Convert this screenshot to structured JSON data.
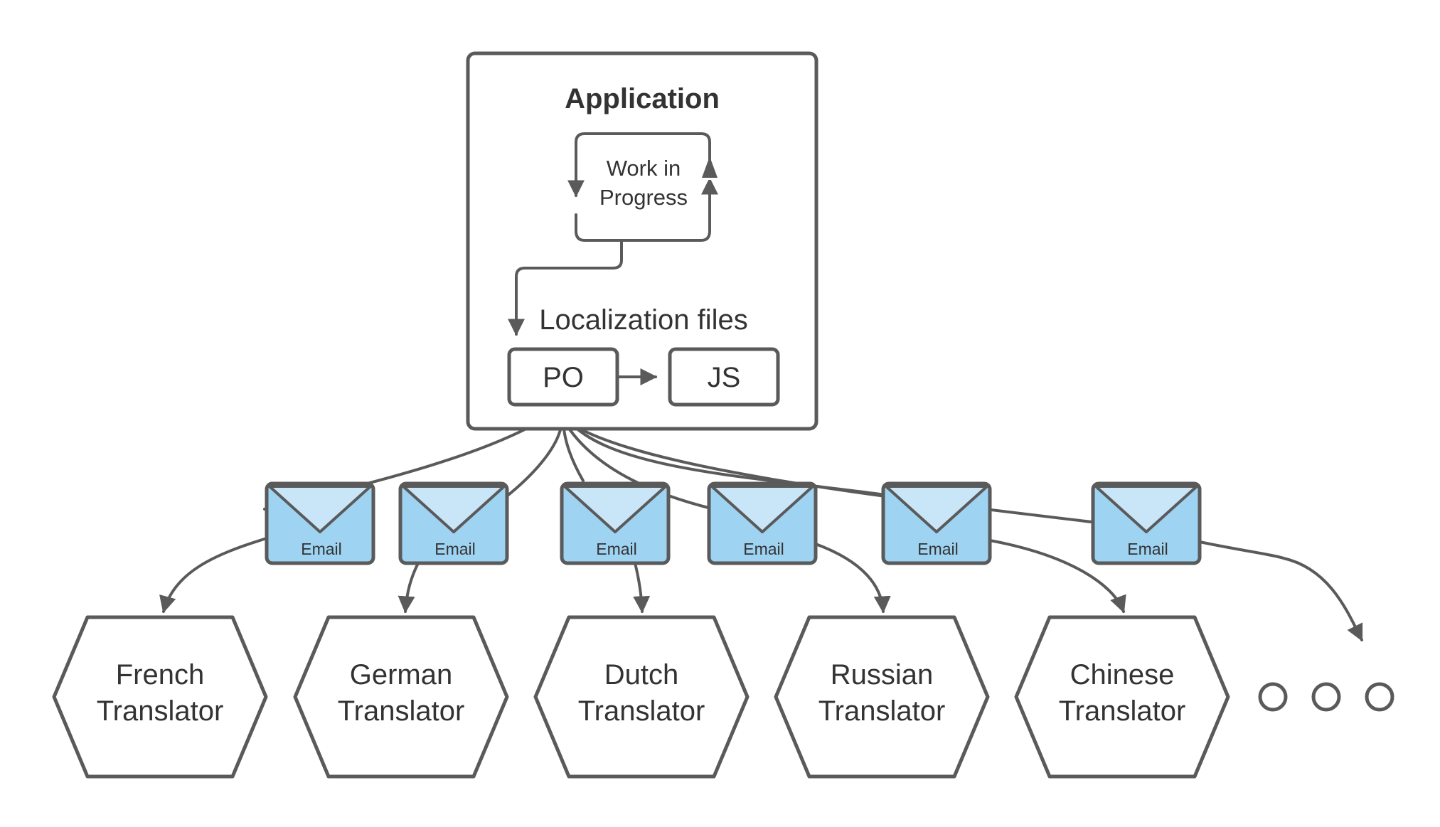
{
  "application": {
    "title": "Application",
    "wip_label_line1": "Work in",
    "wip_label_line2": "Progress",
    "localization_label": "Localization files",
    "po_label": "PO",
    "js_label": "JS"
  },
  "emails": [
    {
      "label": "Email"
    },
    {
      "label": "Email"
    },
    {
      "label": "Email"
    },
    {
      "label": "Email"
    },
    {
      "label": "Email"
    },
    {
      "label": "Email"
    }
  ],
  "translators": [
    {
      "line1": "French",
      "line2": "Translator"
    },
    {
      "line1": "German",
      "line2": "Translator"
    },
    {
      "line1": "Dutch",
      "line2": "Translator"
    },
    {
      "line1": "Russian",
      "line2": "Translator"
    },
    {
      "line1": "Chinese",
      "line2": "Translator"
    }
  ],
  "colors": {
    "stroke": "#5a5a5a",
    "envelope_fill": "#9fd3f2",
    "envelope_flap": "#c9e6f8",
    "text": "#333333"
  }
}
